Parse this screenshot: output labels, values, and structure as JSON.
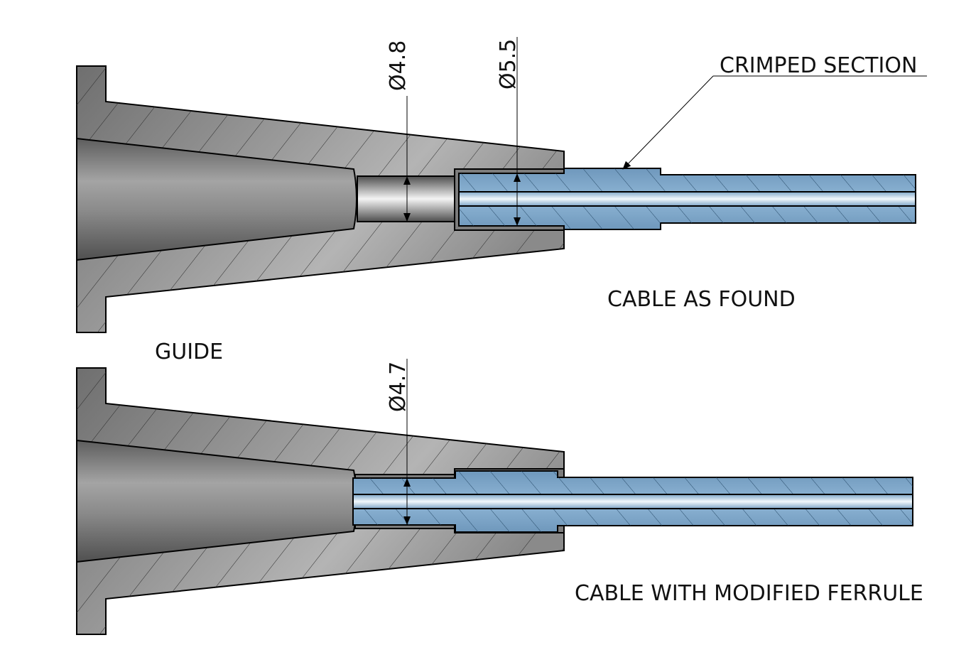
{
  "labels": {
    "crimped_section": "CRIMPED SECTION",
    "cable_as_found": "CABLE AS FOUND",
    "guide": "GUIDE",
    "cable_modified": "CABLE WITH MODIFIED FERRULE"
  },
  "dimensions": {
    "top_bore": "Ø4.8",
    "top_ferrule": "Ø5.5",
    "bottom_bore": "Ø4.7"
  },
  "colors": {
    "guide_section": "#8e8e8e",
    "cable_section": "#82a9c9",
    "outline": "#000000"
  }
}
